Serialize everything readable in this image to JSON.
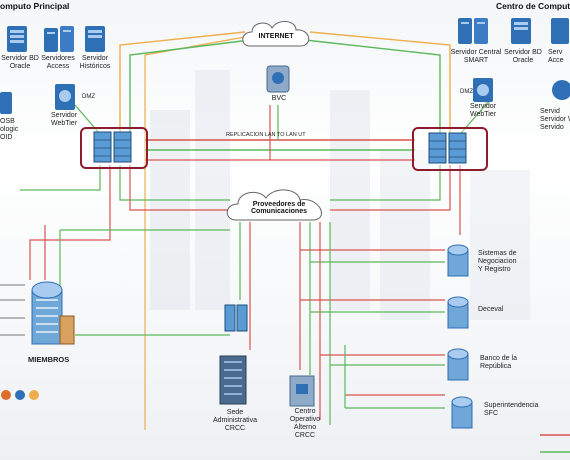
{
  "left_center": {
    "title": "omputo Principal",
    "servers": [
      {
        "label": "Servidor BD\nOracle"
      },
      {
        "label": "Servidores\nAccess"
      },
      {
        "label": "Servidor\nHistóricos"
      }
    ],
    "webtier": "Servidor\nWebTier",
    "dmz": "DMZ",
    "osb": "OSB\nologic\nOID"
  },
  "right_center": {
    "title": "Centro de Comput",
    "servers": [
      {
        "label": "Servidor Central\nSMART"
      },
      {
        "label": "Servidor BD\nOracle"
      },
      {
        "label": "Serv\nAcce"
      }
    ],
    "webtier": "Servidor\nWebTier",
    "dmz": "DMZ",
    "right_cut": "Servid\nServidor W\nServido"
  },
  "internet": "INTERNET",
  "bvc": "BVC",
  "replication": "REPLICACION LAN TO LAN UT",
  "providers": "Proveedores de\nComunicaciones",
  "members": "MIEMBROS",
  "sede": "Sede\nAdministrativa\nCRCC",
  "centro_alterno": "Centro\nOperativo\nAlterno\nCRCC",
  "entities": [
    {
      "label": "Sistemas de\nNegociacion\nY Registro"
    },
    {
      "label": "Deceval"
    },
    {
      "label": "Banco de la\nRepública"
    },
    {
      "label": "Superintendencia\nSFC"
    }
  ],
  "colors": {
    "red": "#d9534f",
    "green": "#5cb85c",
    "orange": "#f0ad4e",
    "firewall_box": "#8b1d2c",
    "server_blue": "#2f6fb5"
  }
}
